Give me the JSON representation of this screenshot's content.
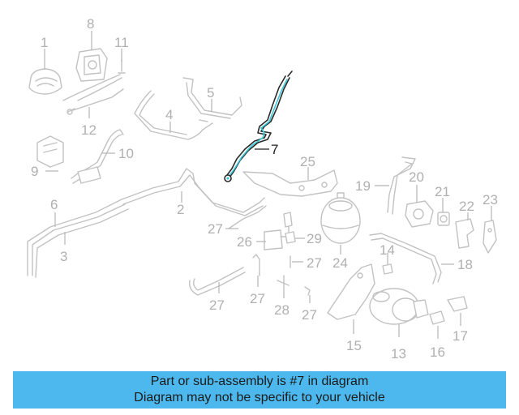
{
  "diagram": {
    "highlighted_part": "7",
    "callouts": [
      "1",
      "2",
      "3",
      "4",
      "5",
      "6",
      "7",
      "8",
      "9",
      "10",
      "11",
      "12",
      "13",
      "14",
      "15",
      "16",
      "17",
      "18",
      "19",
      "20",
      "21",
      "22",
      "23",
      "24",
      "25",
      "26",
      "27",
      "28",
      "29"
    ]
  },
  "banner": {
    "line1": "Part or sub-assembly is #7 in diagram",
    "line2": "Diagram may not be specific to your vehicle",
    "background": "#4db8ed"
  },
  "colors": {
    "highlight": "#39c9d6",
    "parts": "#c2c2c2"
  }
}
